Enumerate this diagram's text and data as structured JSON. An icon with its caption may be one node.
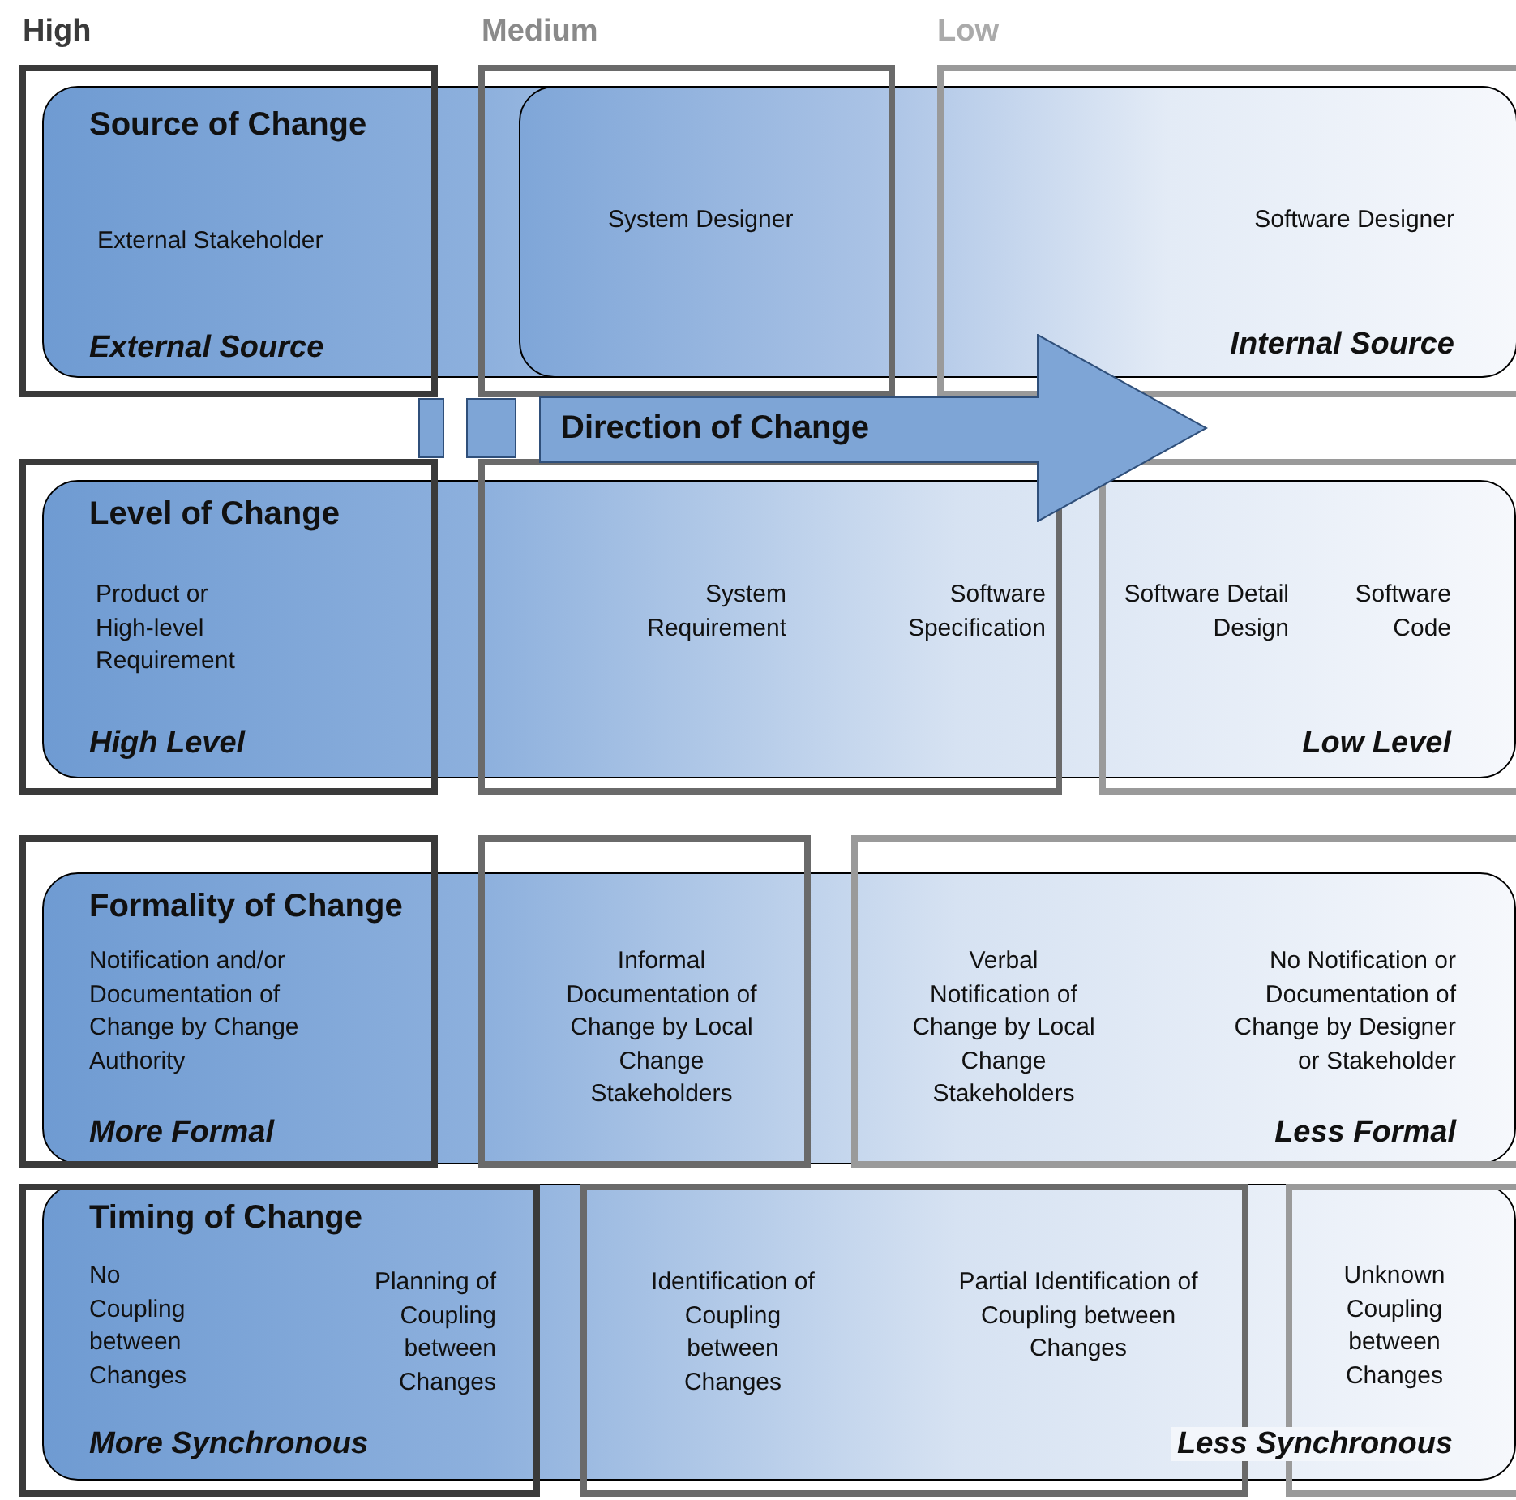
{
  "diagram": {
    "nodes": [
      {
        "text": [
          "Source of Change",
          "External Stakeholder",
          "External Source"
        ]
      },
      {
        "text": [
          "System Designer",
          "Software Designer",
          "Internal Source"
        ],
        "in": 0
      },
      {
        "text": [
          "Direction of Change"
        ]
      },
      {
        "text": [
          "Level of Change",
          "Product or High-level Requirement",
          "System Requirement",
          "Software Specification",
          "Software Detail Design",
          "Software Code",
          "High Level",
          "Low Level"
        ]
      },
      {
        "text": [
          "Formality of Change",
          "Notification and/or Documentation of Change by Change Authority",
          "Informal Documentation of Change by Local Change Stakeholders",
          "Verbal Notification of Change by Local Change Stakeholders",
          "No Notification or Documentation of Change by Designer or Stakeholder",
          "More Formal",
          "Less Formal"
        ]
      },
      {
        "text": [
          "Timing of Change",
          "No Coupling between Changes",
          "Planning of Coupling between Changes",
          "Identification of Coupling between Changes",
          "Partial Identification of Coupling between Changes",
          "Unknown Coupling between Changes",
          "More Synchronous",
          "Less Synchronous"
        ]
      }
    ],
    "labels": [
      "High",
      "Medium",
      "Low"
    ]
  }
}
